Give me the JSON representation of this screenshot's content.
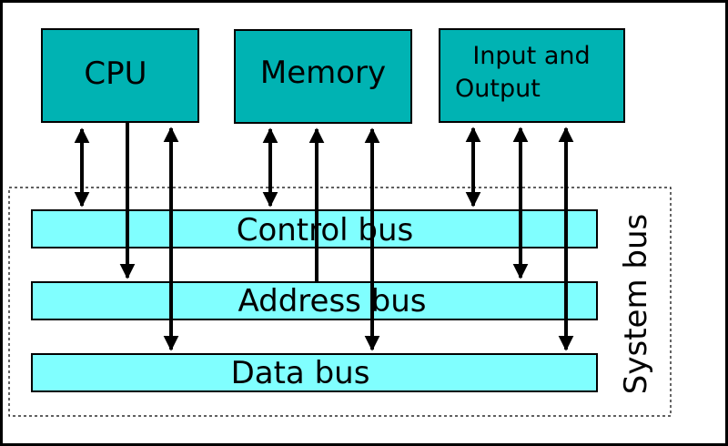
{
  "colors": {
    "component_fill": "#00b3b3",
    "bus_fill": "#80ffff",
    "stroke": "#000000",
    "background": "#ffffff"
  },
  "components": {
    "cpu": "CPU",
    "memory": "Memory",
    "io_line1": "Input and",
    "io_line2": "Output"
  },
  "buses": {
    "control": "Control bus",
    "address": "Address bus",
    "data": "Data bus"
  },
  "system_bus_label": "System bus"
}
